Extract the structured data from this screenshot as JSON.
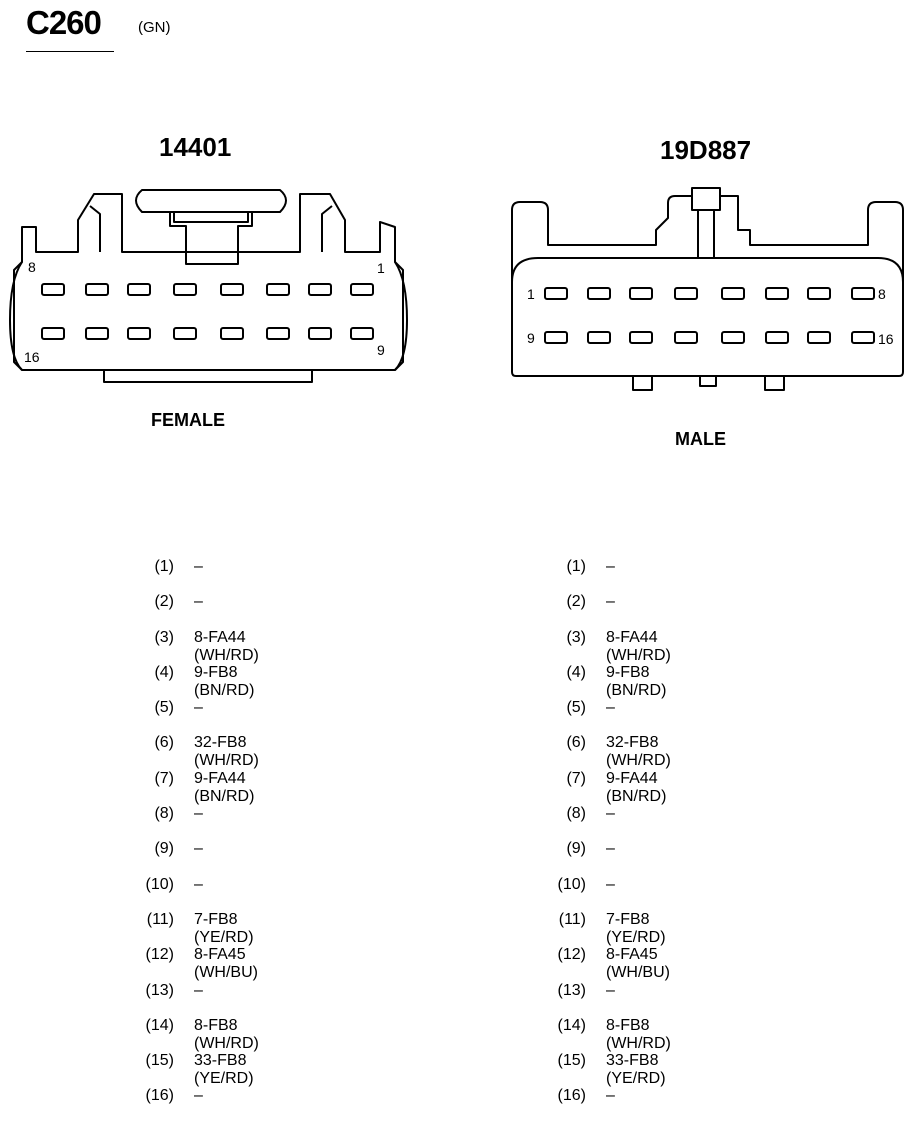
{
  "header": {
    "connector_id": "C260",
    "color_code": "(GN)"
  },
  "female": {
    "part_number": "14401",
    "label": "FEMALE",
    "corner_labels": {
      "top_left": "8",
      "top_right": "1",
      "bottom_left": "16",
      "bottom_right": "9"
    }
  },
  "male": {
    "part_number": "19D887",
    "label": "MALE",
    "side_labels": {
      "top_left": "1",
      "top_right": "8",
      "bottom_left": "9",
      "bottom_right": "16"
    }
  },
  "pinout_female": [
    {
      "pin": "(1)",
      "circuit": "–"
    },
    {
      "pin": "(2)",
      "circuit": "–"
    },
    {
      "pin": "(3)",
      "circuit": "8-FA44 (WH/RD)"
    },
    {
      "pin": "(4)",
      "circuit": "9-FB8 (BN/RD)"
    },
    {
      "pin": "(5)",
      "circuit": "–"
    },
    {
      "pin": "(6)",
      "circuit": "32-FB8 (WH/RD)"
    },
    {
      "pin": "(7)",
      "circuit": "9-FA44 (BN/RD)"
    },
    {
      "pin": "(8)",
      "circuit": "–"
    },
    {
      "pin": "(9)",
      "circuit": "–"
    },
    {
      "pin": "(10)",
      "circuit": "–"
    },
    {
      "pin": "(11)",
      "circuit": "7-FB8 (YE/RD)"
    },
    {
      "pin": "(12)",
      "circuit": "8-FA45 (WH/BU)"
    },
    {
      "pin": "(13)",
      "circuit": "–"
    },
    {
      "pin": "(14)",
      "circuit": "8-FB8 (WH/RD)"
    },
    {
      "pin": "(15)",
      "circuit": "33-FB8 (YE/RD)"
    },
    {
      "pin": "(16)",
      "circuit": "–"
    }
  ],
  "pinout_male": [
    {
      "pin": "(1)",
      "circuit": "–"
    },
    {
      "pin": "(2)",
      "circuit": "–"
    },
    {
      "pin": "(3)",
      "circuit": "8-FA44 (WH/RD)"
    },
    {
      "pin": "(4)",
      "circuit": "9-FB8 (BN/RD)"
    },
    {
      "pin": "(5)",
      "circuit": "–"
    },
    {
      "pin": "(6)",
      "circuit": "32-FB8 (WH/RD)"
    },
    {
      "pin": "(7)",
      "circuit": "9-FA44 (BN/RD)"
    },
    {
      "pin": "(8)",
      "circuit": "–"
    },
    {
      "pin": "(9)",
      "circuit": "–"
    },
    {
      "pin": "(10)",
      "circuit": "–"
    },
    {
      "pin": "(11)",
      "circuit": "7-FB8 (YE/RD)"
    },
    {
      "pin": "(12)",
      "circuit": "8-FA45 (WH/BU)"
    },
    {
      "pin": "(13)",
      "circuit": "–"
    },
    {
      "pin": "(14)",
      "circuit": "8-FB8 (WH/RD)"
    },
    {
      "pin": "(15)",
      "circuit": "33-FB8 (YE/RD)"
    },
    {
      "pin": "(16)",
      "circuit": "–"
    }
  ]
}
